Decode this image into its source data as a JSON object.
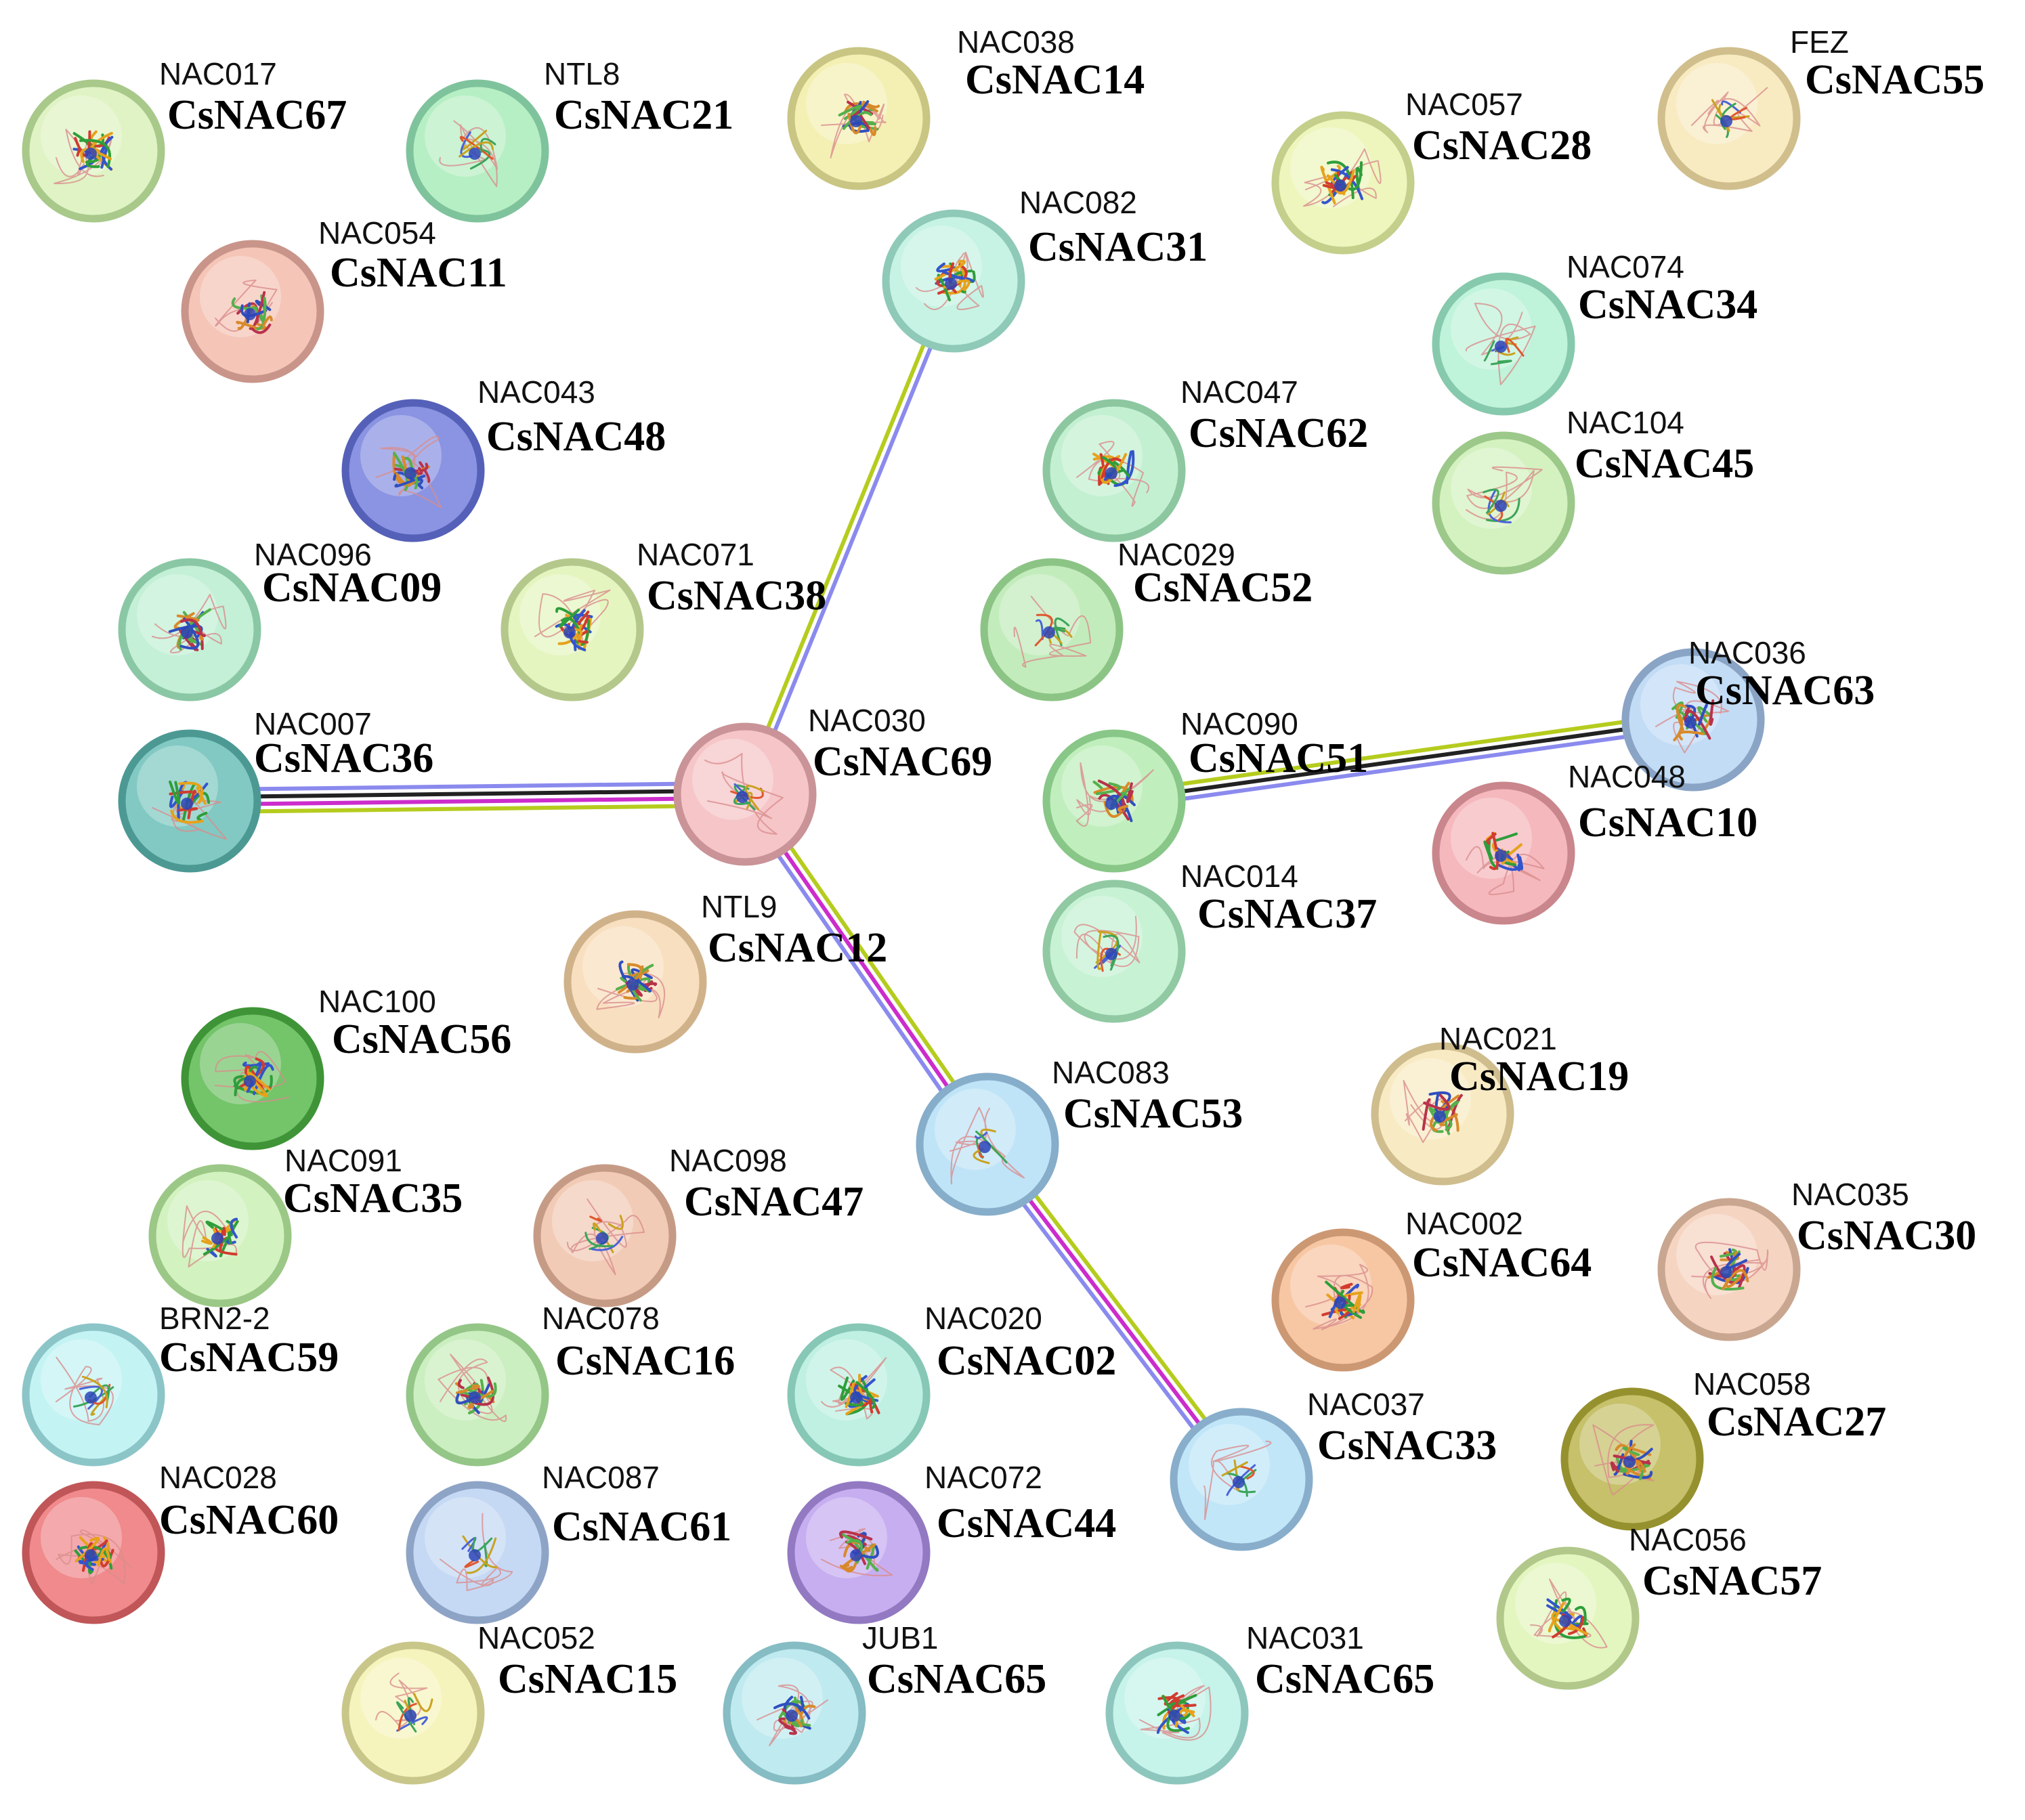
{
  "colors": {
    "edge_yellow": "#b5cc1e",
    "edge_magenta": "#cc2ccc",
    "edge_black": "#222222",
    "edge_blue": "#8a8aee"
  },
  "nodes": [
    {
      "id": "n67",
      "alias": "NAC017",
      "name": "CsNAC67",
      "fill": "#dff3c4",
      "stroke": "#a8c98a"
    },
    {
      "id": "n21",
      "alias": "NTL8",
      "name": "CsNAC21",
      "fill": "#b7efc4",
      "stroke": "#7fc39c"
    },
    {
      "id": "n14",
      "alias": "NAC038",
      "name": "CsNAC14",
      "fill": "#f4f0b4",
      "stroke": "#c9c583"
    },
    {
      "id": "n28",
      "alias": "NAC057",
      "name": "CsNAC28",
      "fill": "#eef6bd",
      "stroke": "#c3cf8a"
    },
    {
      "id": "n55",
      "alias": "FEZ",
      "name": "CsNAC55",
      "fill": "#f8ebc2",
      "stroke": "#d0bf8c"
    },
    {
      "id": "n11",
      "alias": "NAC054",
      "name": "CsNAC11",
      "fill": "#f5c5b8",
      "stroke": "#c9958a"
    },
    {
      "id": "n31",
      "alias": "NAC082",
      "name": "CsNAC31",
      "fill": "#c6f3e4",
      "stroke": "#8fc9b8"
    },
    {
      "id": "n34",
      "alias": "NAC074",
      "name": "CsNAC34",
      "fill": "#bff3da",
      "stroke": "#86c9ac"
    },
    {
      "id": "n48",
      "alias": "NAC043",
      "name": "CsNAC48",
      "fill": "#8a94e2",
      "stroke": "#5560b8"
    },
    {
      "id": "n62",
      "alias": "NAC047",
      "name": "CsNAC62",
      "fill": "#c4f0d2",
      "stroke": "#8cc7a0"
    },
    {
      "id": "n45",
      "alias": "NAC104",
      "name": "CsNAC45",
      "fill": "#d4f2c0",
      "stroke": "#9cc88a"
    },
    {
      "id": "n09",
      "alias": "NAC096",
      "name": "CsNAC09",
      "fill": "#c3f0d6",
      "stroke": "#8ac7a5"
    },
    {
      "id": "n38",
      "alias": "NAC071",
      "name": "CsNAC38",
      "fill": "#e5f5c0",
      "stroke": "#b5c88c"
    },
    {
      "id": "n52",
      "alias": "NAC029",
      "name": "CsNAC52",
      "fill": "#c3ecbc",
      "stroke": "#8cc485"
    },
    {
      "id": "n63",
      "alias": "NAC036",
      "name": "CsNAC63",
      "fill": "#c3dcf5",
      "stroke": "#8aa4c6"
    },
    {
      "id": "n36",
      "alias": "NAC007",
      "name": "CsNAC36",
      "fill": "#82c9c3",
      "stroke": "#4c9994"
    },
    {
      "id": "n69",
      "alias": "NAC030",
      "name": "CsNAC69",
      "fill": "#f5c5c8",
      "stroke": "#c99397"
    },
    {
      "id": "n51",
      "alias": "NAC090",
      "name": "CsNAC51",
      "fill": "#c0efbd",
      "stroke": "#88c787"
    },
    {
      "id": "n10",
      "alias": "NAC048",
      "name": "CsNAC10",
      "fill": "#f5b8bd",
      "stroke": "#c9868c"
    },
    {
      "id": "n37",
      "alias": "NAC014",
      "name": "CsNAC37",
      "fill": "#c7f2d4",
      "stroke": "#90c9a2"
    },
    {
      "id": "n12",
      "alias": "NTL9",
      "name": "CsNAC12",
      "fill": "#f8dfc0",
      "stroke": "#d0b28a"
    },
    {
      "id": "n56",
      "alias": "NAC100",
      "name": "CsNAC56",
      "fill": "#74c46a",
      "stroke": "#3f9437"
    },
    {
      "id": "n53",
      "alias": "NAC083",
      "name": "CsNAC53",
      "fill": "#bfe4f7",
      "stroke": "#86adc9"
    },
    {
      "id": "n19",
      "alias": "NAC021",
      "name": "CsNAC19",
      "fill": "#f8ebc4",
      "stroke": "#cfbd8e"
    },
    {
      "id": "n35",
      "alias": "NAC091",
      "name": "CsNAC35",
      "fill": "#d2f2bf",
      "stroke": "#9bc886"
    },
    {
      "id": "n47",
      "alias": "NAC098",
      "name": "CsNAC47",
      "fill": "#f2cbb6",
      "stroke": "#c69b85"
    },
    {
      "id": "n30",
      "alias": "NAC035",
      "name": "CsNAC30",
      "fill": "#f5d5c2",
      "stroke": "#c9a690"
    },
    {
      "id": "n64",
      "alias": "NAC002",
      "name": "CsNAC64",
      "fill": "#f7c7a4",
      "stroke": "#cc9873"
    },
    {
      "id": "n59",
      "alias": "BRN2-2",
      "name": "CsNAC59",
      "fill": "#c4f3f4",
      "stroke": "#8bc5c8"
    },
    {
      "id": "n16",
      "alias": "NAC078",
      "name": "CsNAC16",
      "fill": "#cbefc0",
      "stroke": "#94c687"
    },
    {
      "id": "n02",
      "alias": "NAC020",
      "name": "CsNAC02",
      "fill": "#bff0e2",
      "stroke": "#86c7b5"
    },
    {
      "id": "n33",
      "alias": "NAC037",
      "name": "CsNAC33",
      "fill": "#c0e6f8",
      "stroke": "#88aecb"
    },
    {
      "id": "n27",
      "alias": "NAC058",
      "name": "CsNAC27",
      "fill": "#c6c16a",
      "stroke": "#96912f"
    },
    {
      "id": "n60",
      "alias": "NAC028",
      "name": "CsNAC60",
      "fill": "#f08a8c",
      "stroke": "#c05658"
    },
    {
      "id": "n61",
      "alias": "NAC087",
      "name": "CsNAC61",
      "fill": "#c5d9f4",
      "stroke": "#8ea4c6"
    },
    {
      "id": "n44",
      "alias": "NAC072",
      "name": "CsNAC44",
      "fill": "#c7aef0",
      "stroke": "#9279c2"
    },
    {
      "id": "n57",
      "alias": "NAC056",
      "name": "CsNAC57",
      "fill": "#e4f6c0",
      "stroke": "#b1c88a"
    },
    {
      "id": "n15",
      "alias": "NAC052",
      "name": "CsNAC15",
      "fill": "#f6f4bd",
      "stroke": "#c9c68a"
    },
    {
      "id": "n65a",
      "alias": "JUB1",
      "name": "CsNAC65",
      "fill": "#bfeaf0",
      "stroke": "#86bcc3"
    },
    {
      "id": "n65b",
      "alias": "NAC031",
      "name": "CsNAC65",
      "fill": "#c6f3ea",
      "stroke": "#8dc6bd"
    }
  ],
  "edges": [
    {
      "from": "n69",
      "to": "n31",
      "types": [
        "edge_yellow",
        "edge_blue"
      ]
    },
    {
      "from": "n69",
      "to": "n36",
      "types": [
        "edge_yellow",
        "edge_magenta",
        "edge_black",
        "edge_blue"
      ]
    },
    {
      "from": "n69",
      "to": "n53",
      "types": [
        "edge_yellow",
        "edge_magenta",
        "edge_blue"
      ]
    },
    {
      "from": "n53",
      "to": "n33",
      "types": [
        "edge_yellow",
        "edge_magenta",
        "edge_blue"
      ]
    },
    {
      "from": "n51",
      "to": "n63",
      "types": [
        "edge_yellow",
        "edge_black",
        "edge_blue"
      ]
    }
  ]
}
